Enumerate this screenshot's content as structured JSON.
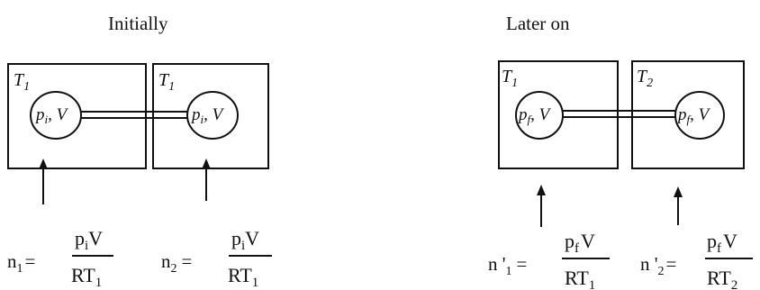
{
  "initial": {
    "heading": "Initially",
    "left_box": {
      "temp_label_main": "T",
      "temp_label_sub": "1",
      "bulb_main": "p",
      "bulb_sub": "i",
      "bulb_tail": ", V"
    },
    "right_box": {
      "temp_label_main": "T",
      "temp_label_sub": "1",
      "bulb_main": "p",
      "bulb_sub": "i",
      "bulb_tail": ", V"
    },
    "eq1": {
      "lhs_main": "n",
      "lhs_sub": "1",
      "eq": "=",
      "num_main": "p",
      "num_sub": "i",
      "num_tail": "V",
      "den_main": "RT",
      "den_sub": "1"
    },
    "eq2": {
      "lhs_main": "n",
      "lhs_sub": "2",
      "eq": "=",
      "num_main": "p",
      "num_sub": "i",
      "num_tail": "V",
      "den_main": "RT",
      "den_sub": "1"
    }
  },
  "later": {
    "heading": "Later on",
    "left_box": {
      "temp_label_main": "T",
      "temp_label_sub": "1",
      "bulb_main": "p",
      "bulb_sub": "f",
      "bulb_tail": ", V"
    },
    "right_box": {
      "temp_label_main": "T",
      "temp_label_sub": "2",
      "bulb_main": "p",
      "bulb_sub": "f",
      "bulb_tail": ", V"
    },
    "eq1": {
      "lhs_main": "n '",
      "lhs_sub": "1",
      "eq": "=",
      "num_main": "p",
      "num_sub": "f",
      "num_tail": "V",
      "den_main": "RT",
      "den_sub": "1"
    },
    "eq2": {
      "lhs_main": "n '",
      "lhs_sub": "2",
      "eq": "=",
      "num_main": "p",
      "num_sub": "f",
      "num_tail": "V",
      "den_main": "RT",
      "den_sub": "2"
    }
  }
}
